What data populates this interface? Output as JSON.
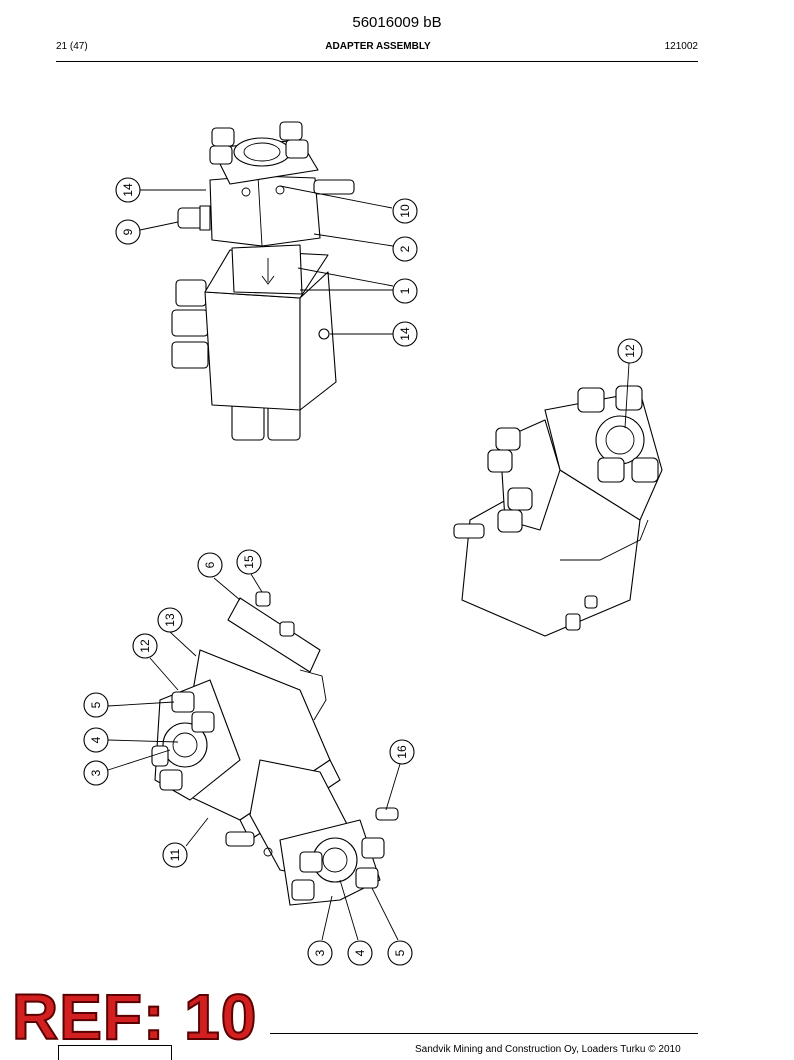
{
  "header": {
    "document_number": "56016009 bB",
    "page_number": "21 (47)",
    "title": "ADAPTER ASSEMBLY",
    "code": "121002"
  },
  "callouts": {
    "upper_view": [
      "14",
      "9",
      "10",
      "2",
      "1",
      "14"
    ],
    "right_view": [
      "12"
    ],
    "lower_view": [
      "6",
      "15",
      "13",
      "12",
      "5",
      "4",
      "3",
      "16",
      "11",
      "3",
      "4",
      "5"
    ]
  },
  "stamp": {
    "text": "REF: 10",
    "color": "#d21f1f"
  },
  "footer": {
    "text": "Sandvik Mining and Construction Oy, Loaders Turku © 2010"
  }
}
